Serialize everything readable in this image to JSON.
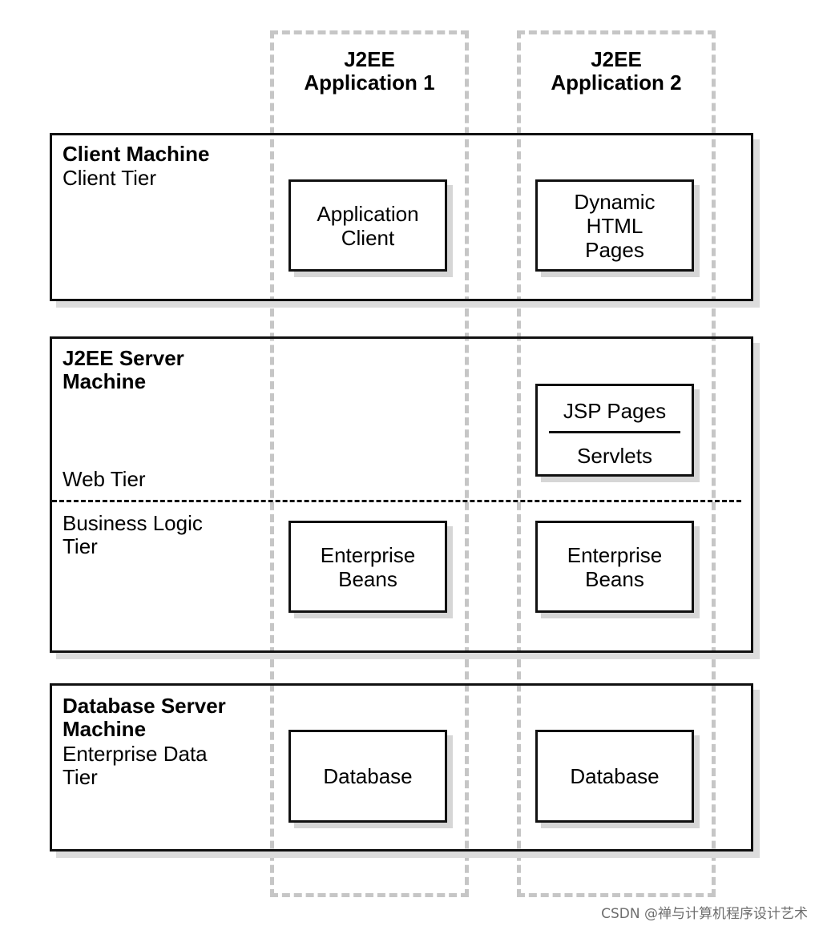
{
  "columns": [
    {
      "title": "J2EE\nApplication 1"
    },
    {
      "title": "J2EE\nApplication 2"
    }
  ],
  "machines": {
    "client": {
      "name": "Client Machine",
      "tier": "Client Tier"
    },
    "server": {
      "name": "J2EE Server\nMachine",
      "web_tier": "Web Tier",
      "business_tier": "Business Logic\nTier"
    },
    "database": {
      "name": "Database Server\nMachine",
      "tier": "Enterprise Data\nTier"
    }
  },
  "components": {
    "app_client": "Application\nClient",
    "dynamic_html": "Dynamic\nHTML\nPages",
    "jsp_pages": "JSP Pages",
    "servlets": "Servlets",
    "beans_1": "Enterprise\nBeans",
    "beans_2": "Enterprise\nBeans",
    "database_1": "Database",
    "database_2": "Database"
  },
  "watermark": "CSDN @禅与计算机程序设计艺术"
}
